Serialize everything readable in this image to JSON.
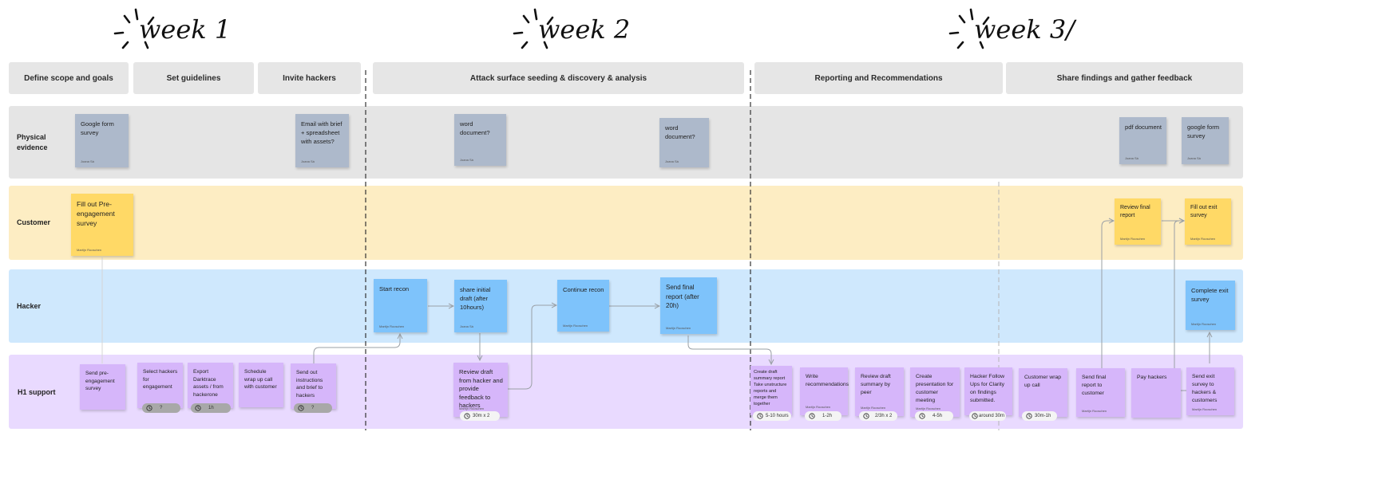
{
  "weeks": [
    "week 1",
    "week 2",
    "week 3/"
  ],
  "phases": [
    "Define scope and goals",
    "Set guidelines",
    "Invite hackers",
    "Attack surface seeding & discovery & analysis",
    "Reporting and Recommendations",
    "Share findings and gather feedback"
  ],
  "lanes": [
    "Physical evidence",
    "Customer",
    "Hacker",
    "H1 support"
  ],
  "physical": [
    {
      "text": "Google form survey",
      "author": "Joana Sá"
    },
    {
      "text": "Email with brief + spreadsheet with assets?",
      "author": "Joana Sá"
    },
    {
      "text": "word document?",
      "author": "Joana Sá"
    },
    {
      "text": "word document?",
      "author": "Joana Sá"
    },
    {
      "text": "pdf document",
      "author": "Joana Sá"
    },
    {
      "text": "google form survey",
      "author": "Joana Sá"
    }
  ],
  "customer": [
    {
      "text": "Fill out Pre-engagement survey",
      "author": "Martijn Rooschen"
    },
    {
      "text": "Review final report",
      "author": "Martijn Rooschen"
    },
    {
      "text": "Fill out exit survey",
      "author": "Martijn Rooschen"
    }
  ],
  "hacker": [
    {
      "text": "Start recon",
      "author": "Martijn Rooschen"
    },
    {
      "text": "share initial draft (after 10hours)",
      "author": "Joana Sá"
    },
    {
      "text": "Continue recon",
      "author": "Martijn Rooschen"
    },
    {
      "text": "Send final report (after 20h)",
      "author": "Martijn Rooschen"
    },
    {
      "text": "Complete exit survey",
      "author": "Martijn Rooschen"
    }
  ],
  "support": [
    {
      "text": "Send pre-engagement survey",
      "author": ""
    },
    {
      "text": "Select hackers for engagement",
      "author": "",
      "time": "?"
    },
    {
      "text": "Export Darktrace assets / from hackerone",
      "author": "",
      "time": "1h"
    },
    {
      "text": "Schedule wrap up call with customer",
      "author": ""
    },
    {
      "text": "Send out instructions and brief to hackers",
      "author": "",
      "time": "?"
    },
    {
      "text": "Review draft from hacker and provide feedback to hackers",
      "author": "Martijn Rooschen",
      "time": "30m x 2"
    },
    {
      "text": "Create draft summary report Take unstructure reports and merge them together",
      "author": "",
      "time": "5-10 hours"
    },
    {
      "text": "Write recommendations",
      "author": "Martijn Rooschen",
      "time": "1-2h"
    },
    {
      "text": "Review draft summary by peer",
      "author": "Martijn Rooschen",
      "time": "2/3h x 2"
    },
    {
      "text": "Create presentation for customer meeting",
      "author": "Martijn Rooschen",
      "time": "4-5h"
    },
    {
      "text": "Hacker Follow Ups for Clarity on findings submitted.",
      "author": "",
      "time": "around 30m"
    },
    {
      "text": "Customer wrap up call",
      "author": "",
      "time": "30m-1h"
    },
    {
      "text": "Send final report to customer",
      "author": "Martijn Rooschen"
    },
    {
      "text": "Pay hackers",
      "author": ""
    },
    {
      "text": "Send exit survey to hackers & customers",
      "author": "Martijn Rooschen"
    }
  ],
  "colors": {
    "phase": "#e6e6e6",
    "lane_physical": "#e5e5e5",
    "lane_customer": "#fdedc3",
    "lane_hacker": "#cfe8fd",
    "lane_support": "#e9daff",
    "note_gray": "#adb9cb",
    "note_yellow": "#ffd966",
    "note_blue": "#7ec3fb",
    "note_purple": "#d6b6fa"
  },
  "icons": [
    "sparkle-icon",
    "clock-icon",
    "arrow-icon"
  ]
}
